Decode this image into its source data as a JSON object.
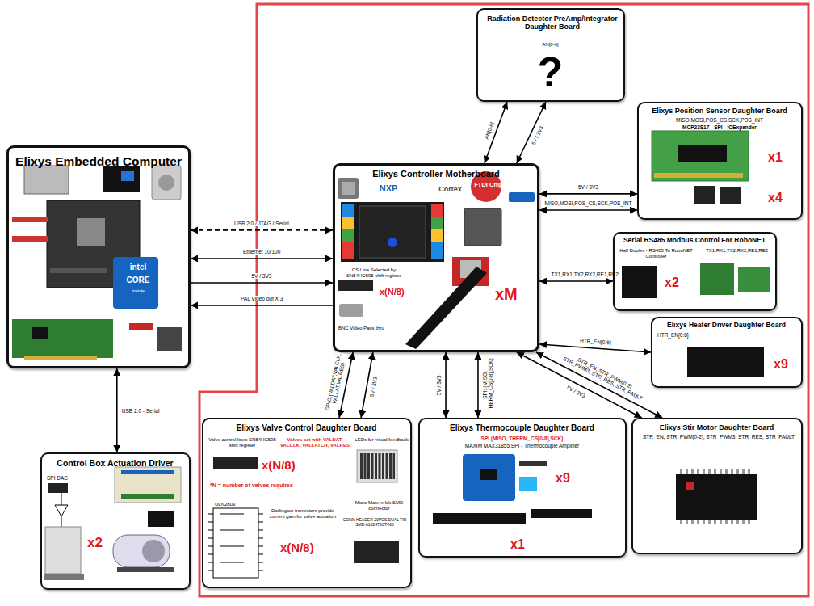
{
  "diagram": {
    "nodes": [
      {
        "text": [
          "Elixys Embedded Computer",
          "intel",
          "CORE",
          "inside"
        ]
      },
      {
        "text": [
          "Control Box Actuation Driver",
          "SPI DAC",
          "x2"
        ]
      },
      {
        "text": [
          "Elixys Controller Motherboard",
          "NXP",
          "Cortex",
          "FTDI Chip",
          "CS Line Selected by SN54HC595 shift register",
          "x(N/8)",
          "xM",
          "BNC Video Pass thru"
        ]
      },
      {
        "text": [
          "Radiation Detector PreAmp/Integrator Daughter Board",
          "AN[0-6]",
          "?"
        ]
      },
      {
        "text": [
          "Elixys Position Sensor Daughter Board",
          "MISO,MOSI,POS_CS,SCK,POS_INT",
          "MCP23S17 - SPI - IOExpander",
          "x1",
          "x4"
        ]
      },
      {
        "text": [
          "Serial RS485 Modbus Control For RoboNET",
          "TX1,RX1,TX2,RX2,RE1,RE2",
          "Half Duplex - RS485 To RoboNET Controller",
          "x2"
        ]
      },
      {
        "text": [
          "Elixys Heater Driver Daughter Board",
          "HTR_EN[0:8]",
          "x9"
        ]
      },
      {
        "text": [
          "Elixys Valve Control Daughter Board",
          "Valve control lines SN54HC595 shift register",
          "x(N/8)",
          "Valves set with VALDAT, VALCLK, VALLATCH, VALRES",
          "*N = number of valves requires",
          "LEDs for visual feedback",
          "ULN2803",
          "Darlington transistors provide current gain for valve actuation",
          "x(N/8)",
          "Micro Mate-n-lok SMD connector",
          "CONN HEADER 20POS DUAL TIN SMD A102476CT-ND"
        ]
      },
      {
        "text": [
          "Elixys Thermocouple Daughter Board",
          "SPI (MISO, THERM_CS[0-8],SCK)",
          "MAXIM MAX31855 SPI - Thermocouple Amplifier",
          "x9",
          "x1"
        ]
      },
      {
        "text": [
          "Elixys Stir Motor Daughter Board",
          "STR_EN, STR_PWM[0-2], STR_PWM3, STR_RES, STR_FAULT"
        ]
      }
    ],
    "edges": [
      {
        "from": 0,
        "to": 2,
        "arrow": "both",
        "label": "USB 2.0 / JTAG / Serial"
      },
      {
        "from": 0,
        "to": 2,
        "arrow": "both",
        "label": "Ethernet 10/100"
      },
      {
        "from": 0,
        "to": 2,
        "arrow": "to",
        "label": "5V / 3V3"
      },
      {
        "from": 2,
        "to": 0,
        "arrow": "to",
        "label": "PAL Video out X 3"
      },
      {
        "from": 0,
        "to": 1,
        "arrow": "both",
        "label": "USB 2.0 - Serial"
      },
      {
        "from": 2,
        "to": 3,
        "arrow": "both",
        "label": "AN[0-6]"
      },
      {
        "from": 2,
        "to": 3,
        "arrow": "both",
        "label": "5V / 3V3"
      },
      {
        "from": 2,
        "to": 4,
        "arrow": "both",
        "label": "5V / 3V3"
      },
      {
        "from": 2,
        "to": 4,
        "arrow": "both",
        "label": "MISO,MOSI,POS_CS,SCK,POS_INT"
      },
      {
        "from": 2,
        "to": 5,
        "arrow": "both",
        "label": "TX1,RX1,TX2,RX2,RE1,RE2"
      },
      {
        "from": 2,
        "to": 6,
        "arrow": "both",
        "label": "HTR_EN[0:8]"
      },
      {
        "from": 2,
        "to": 9,
        "arrow": "both",
        "label": "5V / 3V3"
      },
      {
        "from": 2,
        "to": 9,
        "arrow": "both",
        "label": "STR_EN, STR_PWM[0-2], STR_PWM3, STR_RES, STR_FAULT"
      },
      {
        "from": 2,
        "to": 8,
        "arrow": "both",
        "label": "5V / 3V3"
      },
      {
        "from": 2,
        "to": 8,
        "arrow": "both",
        "label": "SPI: (MISO, THERM_CS[0-8],SCK)"
      },
      {
        "from": 2,
        "to": 7,
        "arrow": "both",
        "label": "GPIO:(VALDAT,VALCLK, VALLAT,VALRES)"
      },
      {
        "from": 2,
        "to": 7,
        "arrow": "both",
        "label": "5V / 3V3"
      }
    ]
  }
}
